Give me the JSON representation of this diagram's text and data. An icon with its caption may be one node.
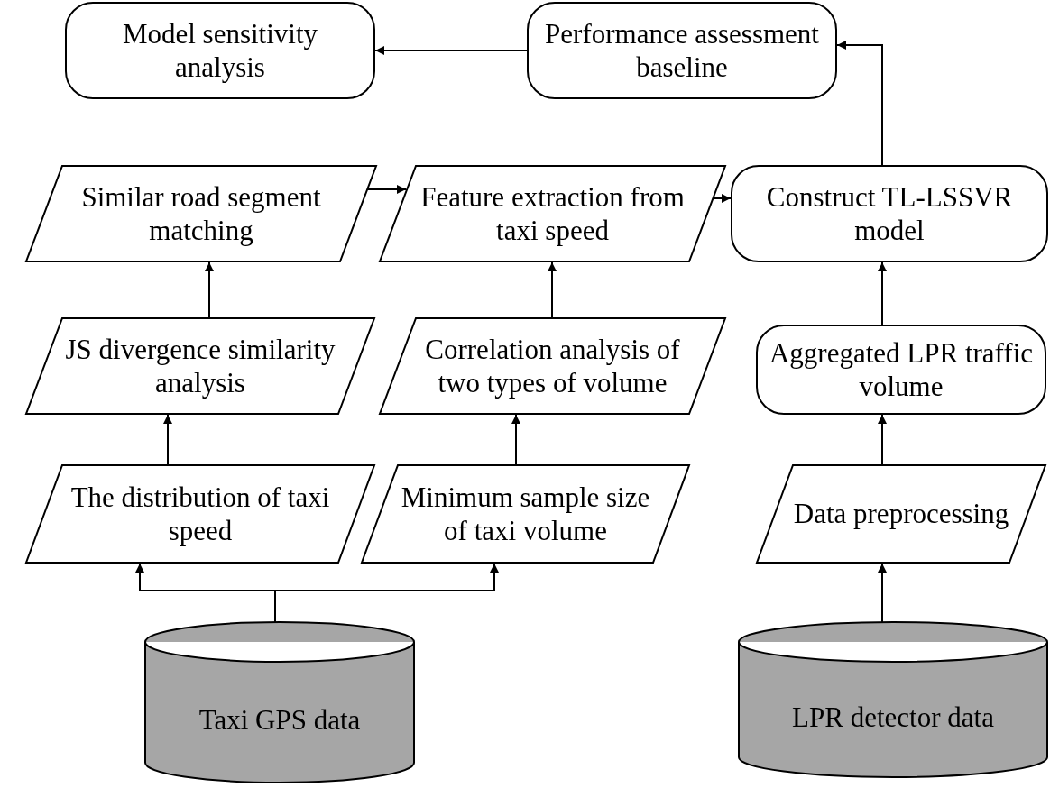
{
  "diagram": {
    "nodes": [
      {
        "text": [
          "Model sensitivity analysis"
        ]
      },
      {
        "text": [
          "Performance assessment baseline"
        ]
      },
      {
        "text": [
          "Similar road segment matching"
        ]
      },
      {
        "text": [
          "Feature extraction from taxi speed"
        ]
      },
      {
        "text": [
          "Construct TL-LSSVR model"
        ]
      },
      {
        "text": [
          "JS divergence similarity analysis"
        ]
      },
      {
        "text": [
          "Correlation analysis of two types of volume"
        ]
      },
      {
        "text": [
          "Aggregated LPR traffic volume"
        ]
      },
      {
        "text": [
          "The distribution of taxi speed"
        ]
      },
      {
        "text": [
          "Minimum sample size of taxi volume"
        ]
      },
      {
        "text": [
          "Data preprocessing"
        ]
      },
      {
        "text": [
          "Taxi GPS data"
        ]
      },
      {
        "text": [
          "LPR detector data"
        ]
      }
    ],
    "edges": [
      {
        "from": 1,
        "to": 0,
        "arrow": "to"
      },
      {
        "from": 4,
        "to": 1,
        "arrow": "to"
      },
      {
        "from": 2,
        "to": 3,
        "arrow": "to"
      },
      {
        "from": 3,
        "to": 4,
        "arrow": "to"
      },
      {
        "from": 5,
        "to": 2,
        "arrow": "to"
      },
      {
        "from": 6,
        "to": 3,
        "arrow": "to"
      },
      {
        "from": 7,
        "to": 4,
        "arrow": "to"
      },
      {
        "from": 8,
        "to": 5,
        "arrow": "to"
      },
      {
        "from": 9,
        "to": 6,
        "arrow": "to"
      },
      {
        "from": 10,
        "to": 7,
        "arrow": "to"
      },
      {
        "from": 11,
        "to": 8,
        "arrow": "to"
      },
      {
        "from": 11,
        "to": 9,
        "arrow": "to"
      },
      {
        "from": 12,
        "to": 10,
        "arrow": "to"
      }
    ]
  }
}
